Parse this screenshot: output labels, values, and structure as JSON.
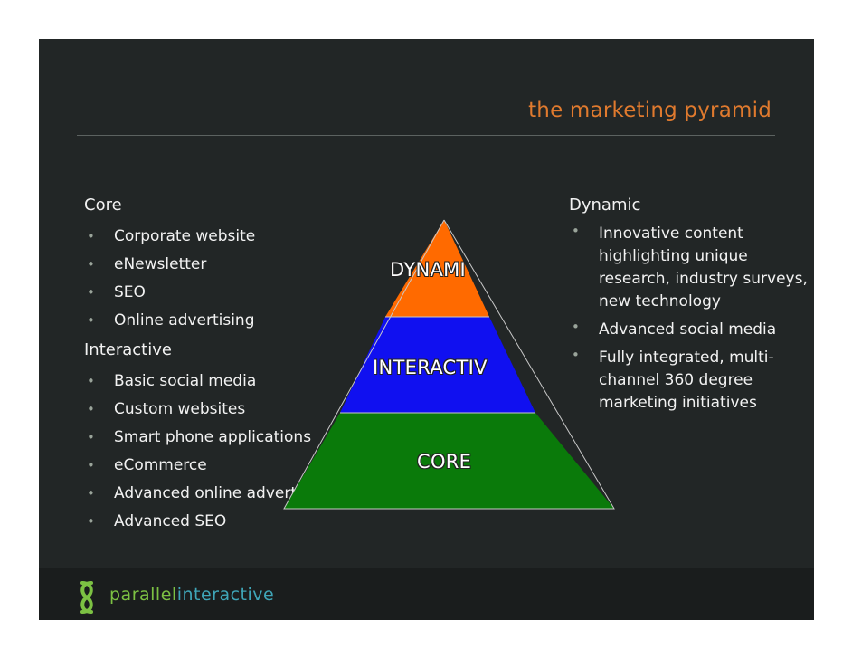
{
  "slide": {
    "title": "the marketing pyramid"
  },
  "left_column": {
    "core_heading": "Core",
    "core_items": [
      "Corporate website",
      "eNewsletter",
      "SEO",
      "Online advertising"
    ],
    "interactive_heading": "Interactive",
    "interactive_items": [
      "Basic social media",
      "Custom websites",
      "Smart phone applications",
      "eCommerce",
      "Advanced online advertising",
      "Advanced SEO"
    ]
  },
  "right_column": {
    "dynamic_heading": "Dynamic",
    "dynamic_items": [
      "Innovative content highlighting unique research, industry surveys, new technology",
      "Advanced social media",
      "Fully integrated, multi-channel 360 degree marketing initiatives"
    ]
  },
  "pyramid": {
    "top_label": "DYNAMI",
    "middle_label": "INTERACTIV",
    "bottom_label": "CORE",
    "colors": {
      "top": "#ff6a00",
      "middle": "#1010f0",
      "bottom": "#0a7a0a"
    }
  },
  "footer": {
    "logo_part1": "parallel",
    "logo_part2": "interactive",
    "logo_icon": "parallel-interactive-logo-mark"
  },
  "bullet_glyph": "•"
}
